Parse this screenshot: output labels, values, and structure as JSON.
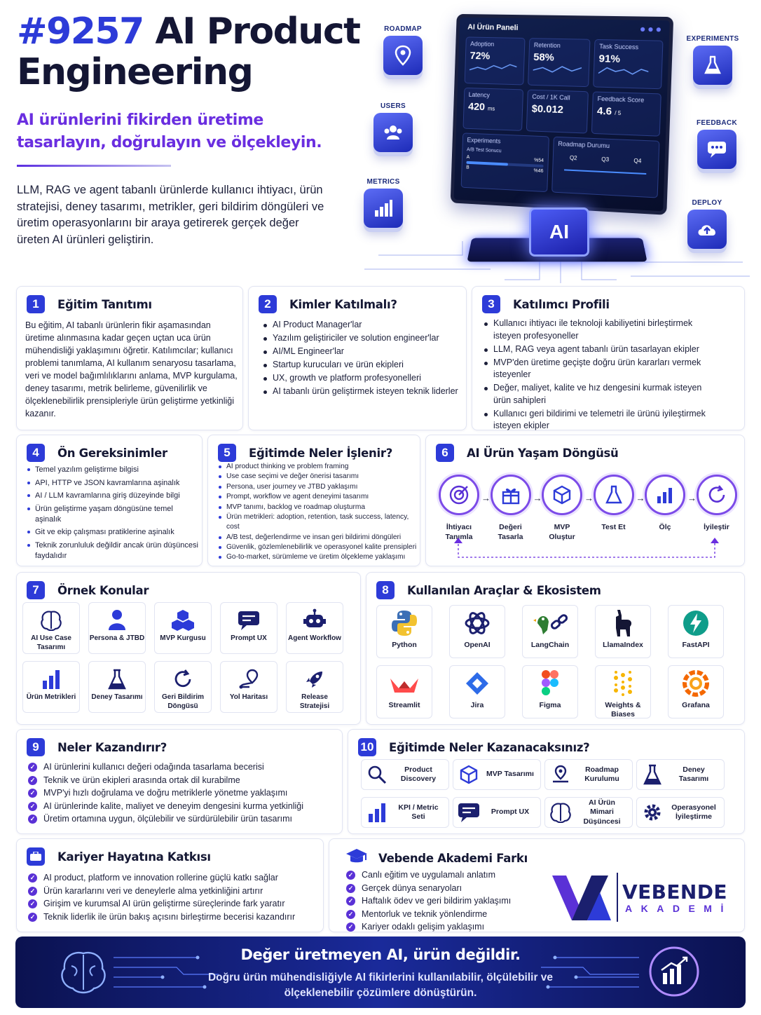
{
  "header": {
    "num": "#9257",
    "title_rest": " AI Product",
    "title_line2": "Engineering",
    "subtitle": "AI ürünlerini fikirden üretime tasarlayın, doğrulayın ve ölçekleyin.",
    "intro": "LLM, RAG ve agent tabanlı ürünlerde kullanıcı ihtiyacı, ürün stratejisi, deney tasarımı, metrikler, geri bildirim döngüleri ve üretim operasyonlarını bir araya getirerek gerçek değer üreten AI ürünleri geliştirin."
  },
  "hero": {
    "side_left": [
      "ROADMAP",
      "USERS",
      "METRICS"
    ],
    "side_right": [
      "EXPERIMENTS",
      "FEEDBACK",
      "DEPLOY"
    ],
    "panel_title": "AI Ürün Paneli",
    "tiles": {
      "adoption": {
        "label": "Adoption",
        "value": "72%"
      },
      "retention": {
        "label": "Retention",
        "value": "58%"
      },
      "task": {
        "label": "Task Success",
        "value": "91%"
      },
      "latency": {
        "label": "Latency",
        "value": "420",
        "unit": "ms"
      },
      "cost": {
        "label": "Cost / 1K Call",
        "value": "$0.012"
      },
      "feedback": {
        "label": "Feedback Score",
        "value": "4.6",
        "unit": "/ 5"
      },
      "experiments": {
        "label": "Experiments",
        "sub": "A/B Test Sonucu",
        "a": "A",
        "b": "B",
        "pa": "%54",
        "pb": "%46",
        "a_fraction": 0.54
      },
      "roadmap": {
        "label": "Roadmap Durumu",
        "q": [
          "Q2",
          "Q3",
          "Q4"
        ]
      }
    },
    "chip": "AI"
  },
  "sections": {
    "s1": {
      "num": "1",
      "title": "Eğitim Tanıtımı",
      "text": "Bu eğitim, AI tabanlı ürünlerin fikir aşamasından üretime alınmasına kadar geçen uçtan uca ürün mühendisliği yaklaşımını öğretir. Katılımcılar; kullanıcı problemi tanımlama, AI kullanım senaryosu tasarlama, veri ve model bağımlılıklarını anlama, MVP kurgulama, deney tasarımı, metrik belirleme, güvenilirlik ve ölçeklenebilirlik prensipleriyle ürün geliştirme yetkinliği kazanır."
    },
    "s2": {
      "num": "2",
      "title": "Kimler Katılmalı?",
      "items": [
        "AI Product Manager'lar",
        "Yazılım geliştiriciler ve solution engineer'lar",
        "AI/ML Engineer'lar",
        "Startup kurucuları ve ürün ekipleri",
        "UX, growth ve platform profesyonelleri",
        "AI tabanlı ürün geliştirmek isteyen teknik liderler"
      ]
    },
    "s3": {
      "num": "3",
      "title": "Katılımcı Profili",
      "items": [
        "Kullanıcı ihtiyacı ile teknoloji kabiliyetini birleştirmek isteyen profesyoneller",
        "LLM, RAG veya agent tabanlı ürün tasarlayan ekipler",
        "MVP'den üretime geçişte doğru ürün kararları vermek isteyenler",
        "Değer, maliyet, kalite ve hız dengesini kurmak isteyen ürün sahipleri",
        "Kullanıcı geri bildirimi ve telemetri ile ürünü iyileştirmek isteyen ekipler"
      ]
    },
    "s4": {
      "num": "4",
      "title": "Ön Gereksinimler",
      "items": [
        "Temel yazılım geliştirme bilgisi",
        "API, HTTP ve JSON kavramlarına aşinalık",
        "AI / LLM kavramlarına giriş düzeyinde bilgi",
        "Ürün geliştirme yaşam döngüsüne temel aşinalık",
        "Git ve ekip çalışması pratiklerine aşinalık",
        "Teknik zorunluluk değildir ancak ürün düşüncesi faydalıdır"
      ]
    },
    "s5": {
      "num": "5",
      "title": "Eğitimde Neler İşlenir?",
      "items": [
        "AI product thinking ve problem framing",
        "Use case seçimi ve değer önerisi tasarımı",
        "Persona, user journey ve JTBD yaklaşımı",
        "Prompt, workflow ve agent deneyimi tasarımı",
        "MVP tanımı, backlog ve roadmap oluşturma",
        "Ürün metrikleri: adoption, retention, task success, latency, cost",
        "A/B test, değerlendirme ve insan geri bildirimi döngüleri",
        "Güvenlik, gözlemlenebilirlik ve operasyonel kalite prensipleri",
        "Go-to-market, sürümleme ve üretim ölçekleme yaklaşımı"
      ]
    },
    "s6": {
      "num": "6",
      "title": "AI Ürün Yaşam Döngüsü",
      "steps": [
        {
          "label": "İhtiyacı Tanımla",
          "icon": "target-icon"
        },
        {
          "label": "Değeri Tasarla",
          "icon": "gift-icon"
        },
        {
          "label": "MVP Oluştur",
          "icon": "cube-icon"
        },
        {
          "label": "Test Et",
          "icon": "flask-icon"
        },
        {
          "label": "Ölç",
          "icon": "bar-chart-icon"
        },
        {
          "label": "İyileştir",
          "icon": "refresh-icon"
        }
      ]
    },
    "s7": {
      "num": "7",
      "title": "Örnek Konular",
      "tiles": [
        "AI Use Case Tasarımı",
        "Persona & JTBD",
        "MVP Kurgusu",
        "Prompt UX",
        "Agent Workflow",
        "Ürün Metrikleri",
        "Deney Tasarımı",
        "Geri Bildirim Döngüsü",
        "Yol Haritası",
        "Release Stratejisi"
      ]
    },
    "s8": {
      "num": "8",
      "title": "Kullanılan Araçlar & Ekosistem",
      "tools": [
        "Python",
        "OpenAI",
        "LangChain",
        "LlamaIndex",
        "FastAPI",
        "Streamlit",
        "Jira",
        "Figma",
        "Weights & Biases",
        "Grafana"
      ]
    },
    "s9": {
      "num": "9",
      "title": "Neler Kazandırır?",
      "items": [
        "AI ürünlerini kullanıcı değeri odağında tasarlama becerisi",
        "Teknik ve ürün ekipleri arasında ortak dil kurabilme",
        "MVP'yi hızlı doğrulama ve doğru metriklerle yönetme yaklaşımı",
        "AI ürünlerinde kalite, maliyet ve deneyim dengesini kurma yetkinliği",
        "Üretim ortamına uygun, ölçülebilir ve sürdürülebilir ürün tasarımı"
      ]
    },
    "s10": {
      "num": "10",
      "title": "Eğitimde Neler Kazanacaksınız?",
      "tiles": [
        "Product Discovery",
        "MVP Tasarımı",
        "Roadmap Kurulumu",
        "Deney Tasarımı",
        "KPI / Metric Seti",
        "Prompt UX",
        "AI Ürün Mimari Düşüncesi",
        "Operasyonel İyileştirme"
      ]
    },
    "career": {
      "title": "Kariyer Hayatına Katkısı",
      "items": [
        "AI product, platform ve innovation rollerine güçlü katkı sağlar",
        "Ürün kararlarını veri ve deneylerle alma yetkinliğini artırır",
        "Girişim ve kurumsal AI ürün geliştirme süreçlerinde fark yaratır",
        "Teknik liderlik ile ürün bakış açısını birleştirme becerisi kazandırır"
      ]
    },
    "vebende": {
      "title": "Vebende Akademi Farkı",
      "items": [
        "Canlı eğitim ve uygulamalı anlatım",
        "Gerçek dünya senaryoları",
        "Haftalık ödev ve geri bildirim yaklaşımı",
        "Mentorluk ve teknik yönlendirme",
        "Kariyer odaklı gelişim yaklaşımı"
      ]
    }
  },
  "logo": {
    "name": "VEBENDE",
    "sub": "AKADEMİ"
  },
  "footer": {
    "headline": "Değer üretmeyen AI, ürün değildir.",
    "text": "Doğru ürün mühendisliğiyle AI fikirlerini kullanılabilir, ölçülebilir ve ölçeklenebilir çözümlere dönüştürün."
  },
  "colors": {
    "primary": "#2d3bd8",
    "accent": "#6a2ee0",
    "dark": "#141634"
  }
}
